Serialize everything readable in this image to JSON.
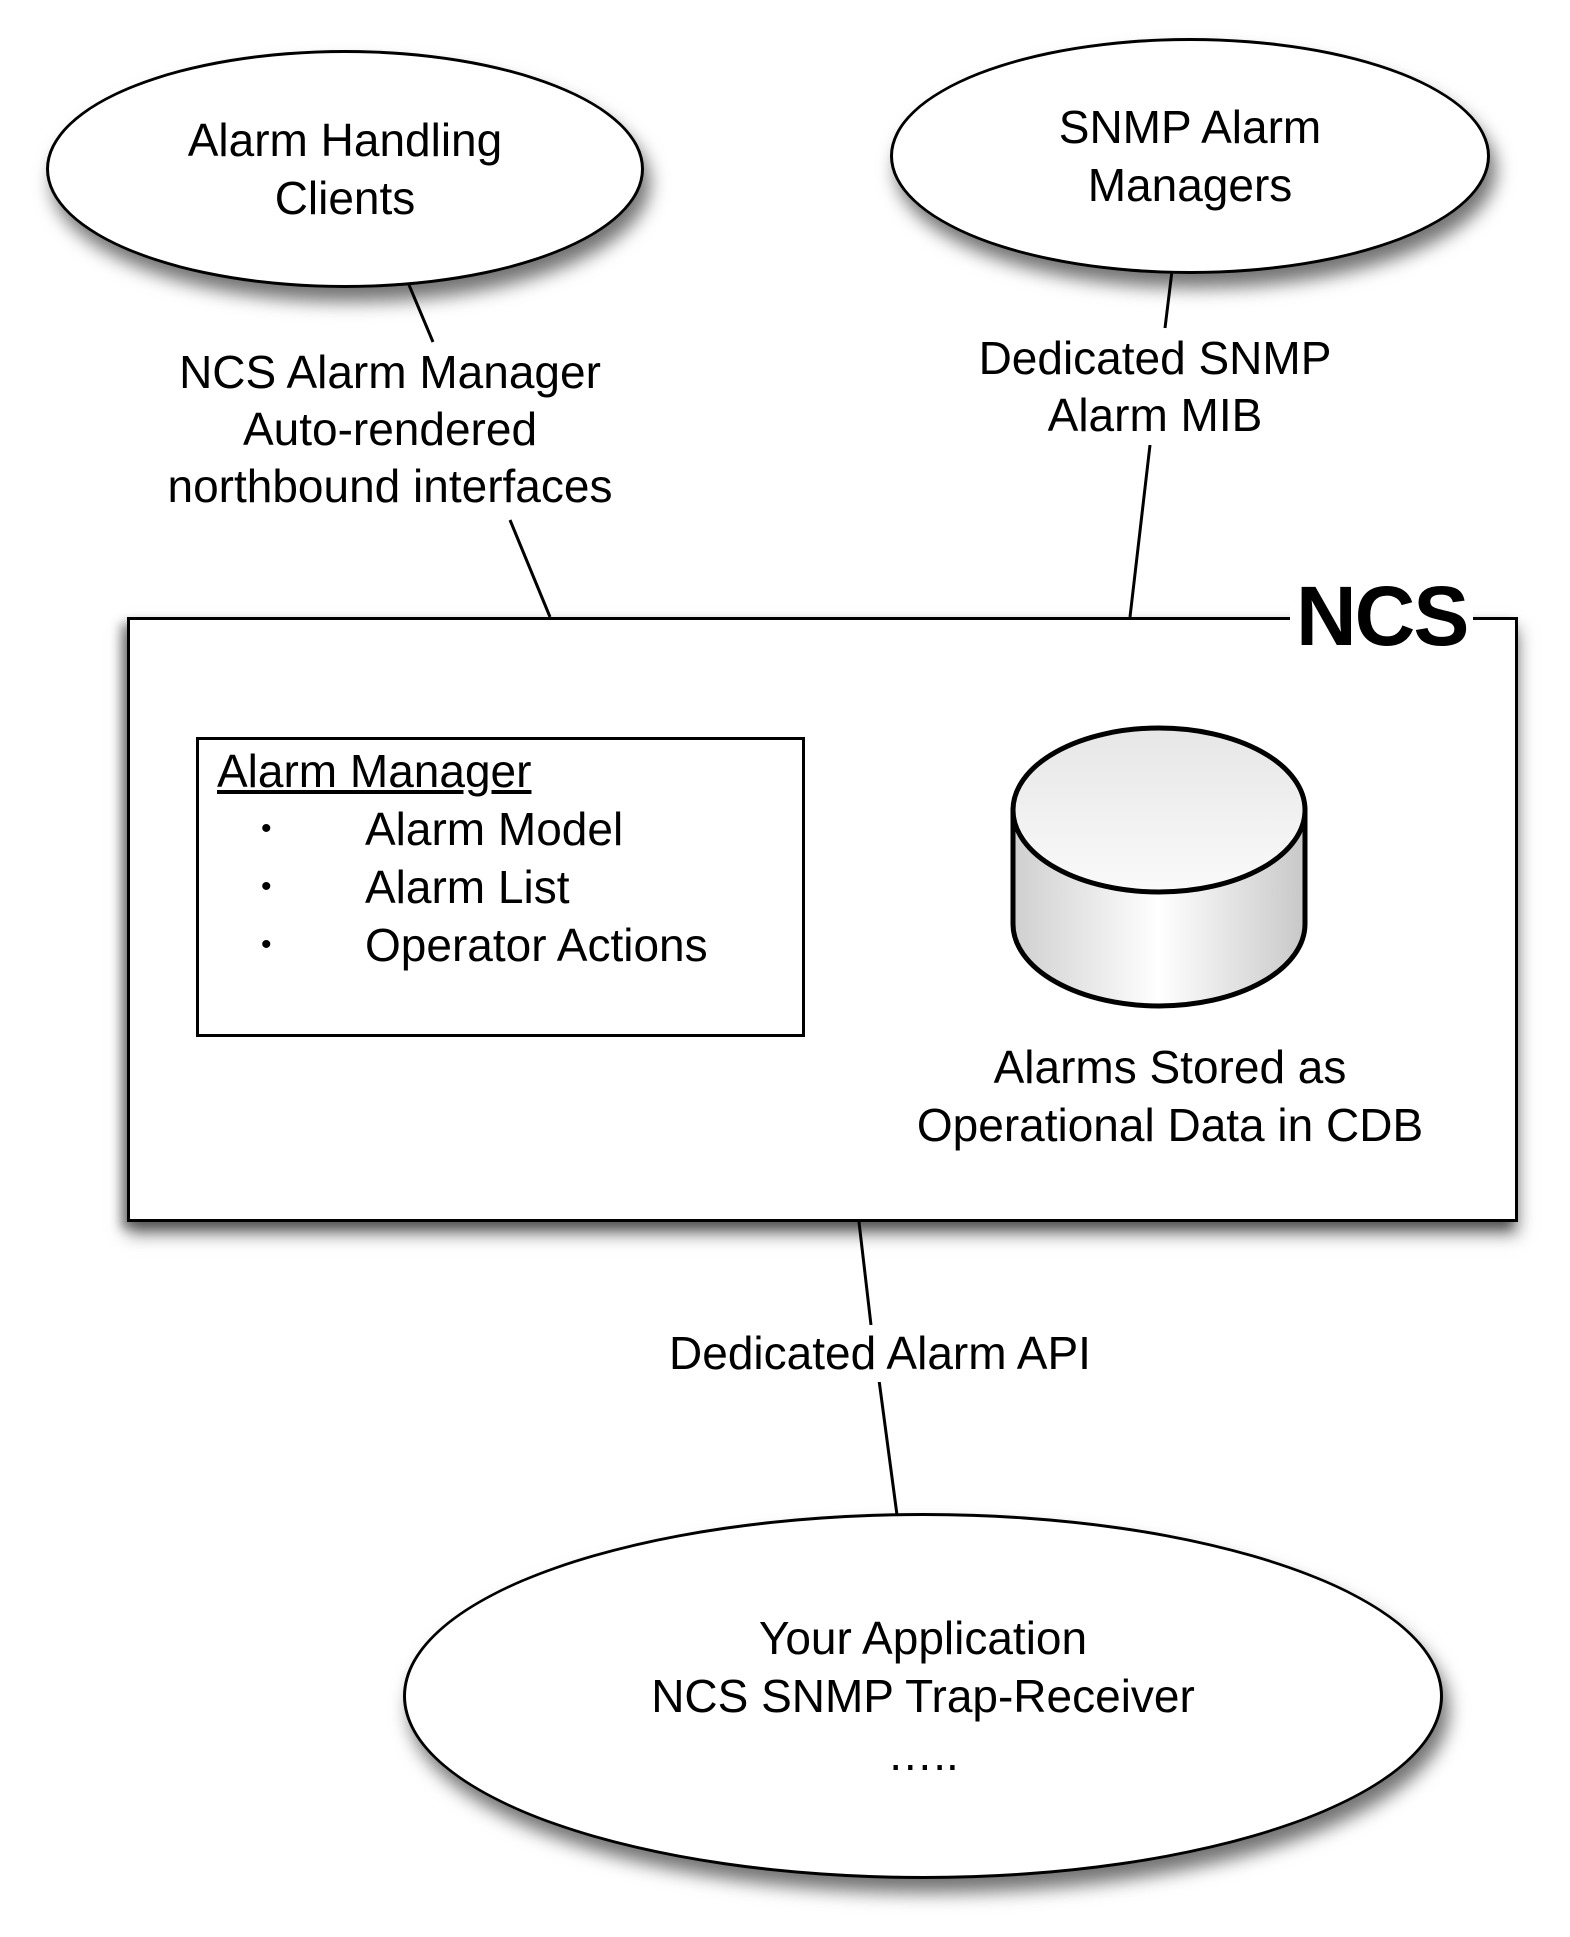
{
  "nodes": {
    "alarm_clients": {
      "lines": [
        "Alarm Handling",
        "Clients"
      ]
    },
    "snmp_managers": {
      "lines": [
        "SNMP Alarm",
        "Managers"
      ]
    },
    "your_application": {
      "lines": [
        "Your Application",
        "NCS SNMP Trap-Receiver",
        "….."
      ]
    }
  },
  "edges": {
    "northbound": {
      "lines": [
        "NCS Alarm Manager",
        "Auto-rendered",
        "northbound interfaces"
      ]
    },
    "snmp_mib": {
      "lines": [
        "Dedicated SNMP",
        "Alarm MIB"
      ]
    },
    "alarm_api": {
      "lines": [
        "Dedicated Alarm API"
      ]
    }
  },
  "ncs": {
    "title": "NCS",
    "alarm_manager": {
      "title": "Alarm Manager",
      "bullet": "•",
      "items": [
        "Alarm Model",
        "Alarm List",
        "Operator Actions"
      ]
    },
    "database": {
      "lines": [
        "Alarms Stored as",
        "Operational Data in CDB"
      ]
    }
  },
  "colors": {
    "stroke": "#000000",
    "fill": "#ffffff",
    "cylinder_shade": "#d0d0d0"
  }
}
